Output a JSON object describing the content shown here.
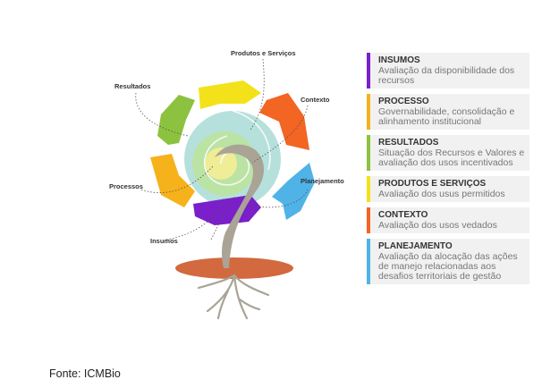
{
  "diagram": {
    "labels": {
      "produtos": "Produtos e Serviços",
      "resultados": "Resultados",
      "contexto": "Contexto",
      "processos": "Processos",
      "planejamento": "Planejamento",
      "insumos": "Insumos"
    },
    "colors": {
      "insumos": "#7a1fc9",
      "processos": "#f5b21b",
      "resultados": "#8cc23f",
      "produtos": "#f3e21a",
      "contexto": "#f26522",
      "planejamento": "#4fb3e8",
      "soil": "#d2693f",
      "trunk": "#a9a496"
    }
  },
  "legend": [
    {
      "title": "INSUMOS",
      "desc": "Avaliação da disponibilidade dos recursos",
      "color": "#7a1fc9"
    },
    {
      "title": "PROCESSO",
      "desc": "Governabilidade, consolidação e alinhamento institucional",
      "color": "#f5b21b"
    },
    {
      "title": "RESULTADOS",
      "desc": "Situação dos Recursos e Valores e avaliação dos usos incentivados",
      "color": "#8cc23f"
    },
    {
      "title": "PRODUTOS E SERVIÇOS",
      "desc": "Avaliação dos usus permitidos",
      "color": "#f3e21a"
    },
    {
      "title": "CONTEXTO",
      "desc": "Avaliação dos usos vedados",
      "color": "#f26522"
    },
    {
      "title": "PLANEJAMENTO",
      "desc": "Avaliação da alocação das ações de manejo relacionadas aos desafios territoriais de gestão",
      "color": "#4fb3e8"
    }
  ],
  "source": "Fonte: ICMBio"
}
